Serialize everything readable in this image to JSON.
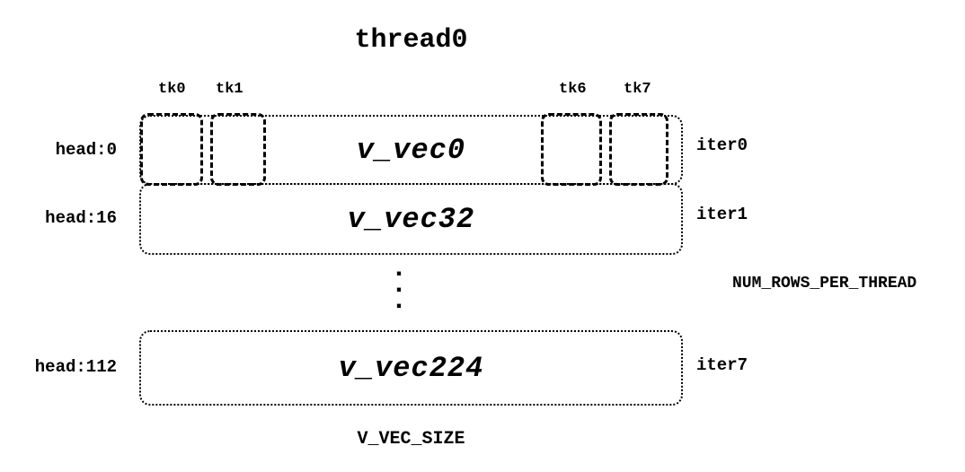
{
  "title": "thread0",
  "tick_labels": [
    "tk0",
    "tk1",
    "tk6",
    "tk7"
  ],
  "rows": [
    {
      "head": "head:0",
      "vec": "v_vec0",
      "iter": "iter0"
    },
    {
      "head": "head:16",
      "vec": "v_vec32",
      "iter": "iter1"
    },
    {
      "head": "head:112",
      "vec": "v_vec224",
      "iter": "iter7"
    }
  ],
  "ellipsis": [
    ".",
    ".",
    "."
  ],
  "right_annotation": "NUM_ROWS_PER_THREAD",
  "bottom_label": "V_VEC_SIZE",
  "colors": {
    "ink": "#000000",
    "background": "#ffffff"
  }
}
